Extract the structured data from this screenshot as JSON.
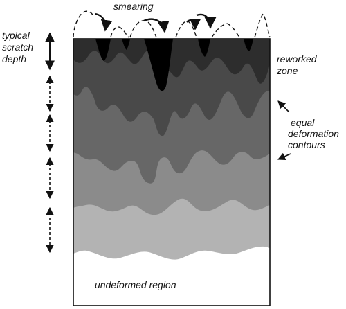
{
  "labels": {
    "smearing": "smearing",
    "scratch_depth": [
      "typical",
      "scratch",
      "depth"
    ],
    "reworked_zone": [
      "reworked",
      "zone"
    ],
    "equal_contours": [
      "equal",
      "deformation",
      "contours"
    ],
    "undeformed": "undeformed region"
  },
  "colors": {
    "layer_dark": "#2d2d2d",
    "layer_mid_dark": "#494949",
    "layer_mid": "#676767",
    "layer_light_mid": "#8b8b8b",
    "layer_light": "#b3b3b3",
    "scratch": "#000000",
    "undeformed": "#ffffff",
    "ink": "#111111"
  }
}
